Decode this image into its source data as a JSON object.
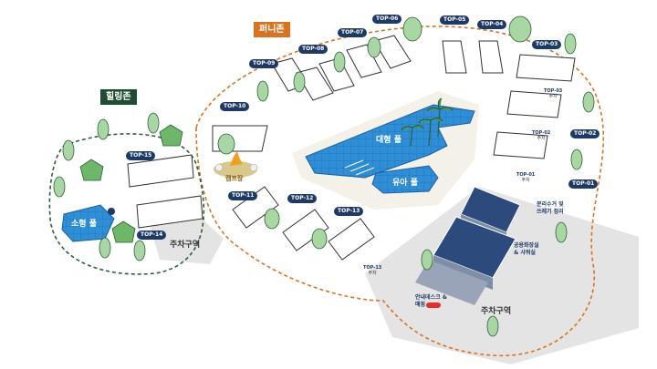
{
  "zones": {
    "healing": {
      "label": "힐링존",
      "color": "#1f4d33"
    },
    "family": {
      "label": "퍼니존",
      "color": "#d9731f"
    }
  },
  "pools": {
    "large": "대형 풀",
    "kids": "유아 풀",
    "small": "소형 풀"
  },
  "parking": {
    "left": "주차구역",
    "right": "주차구역"
  },
  "campfire_label": "캠프장",
  "sites": {
    "top01": "TOP-01",
    "top02": "TOP-02",
    "top03": "TOP-03",
    "top04": "TOP-04",
    "top05": "TOP-05",
    "top06": "TOP-06",
    "top07": "TOP-07",
    "top08": "TOP-08",
    "top09": "TOP-09",
    "top10": "TOP-10",
    "top11": "TOP-11",
    "top12": "TOP-12",
    "top13": "TOP-13",
    "top14": "TOP-14",
    "top15": "TOP-15"
  },
  "site_parking": {
    "top01": "TOP-01\n주차",
    "top02": "TOP-02\n주차",
    "top03": "TOP-03\n주차",
    "top13": "TOP-13\n주차"
  },
  "buildings": {
    "recycle": "분리수거 및\n쓰레기 정리",
    "washroom": "공용화장실\n& 샤워실",
    "info_desk": "안내데스크 &\n매점"
  },
  "colors": {
    "pool": "#2f8fd6",
    "pool_edge": "#1d5fa8",
    "deck": "#f3f1e8",
    "tree": "#a9d7a3",
    "trunk": "#2e5e3a",
    "building": "#2c4a7c",
    "parking": "#e4e4e4",
    "tag": "#1d3a66",
    "boundary": "#d9731f",
    "healing_boundary": "#2e5e3a",
    "accent_red": "#e03030"
  }
}
